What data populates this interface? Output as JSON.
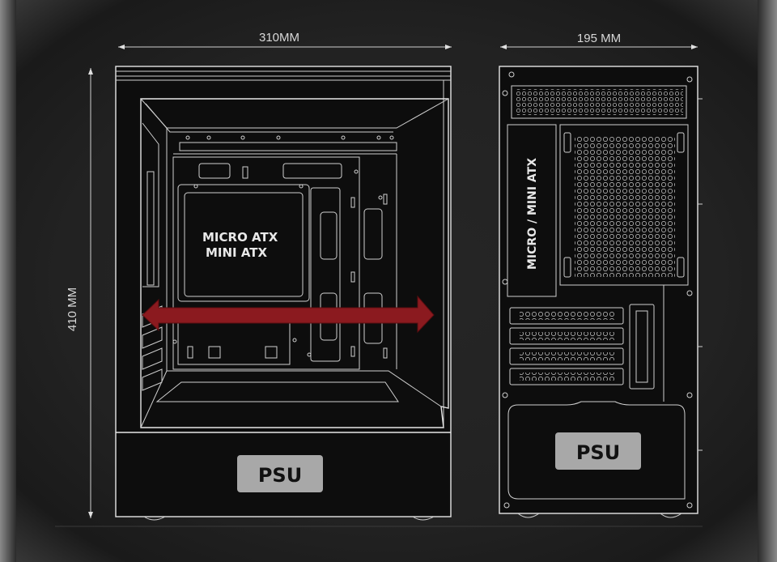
{
  "dimensions": {
    "width": "310MM",
    "depth": "195 MM",
    "height": "410 MM"
  },
  "front_view": {
    "board_label_line1": "MICRO ATX",
    "board_label_line2": "MINI ATX",
    "psu_label": "PSU"
  },
  "side_view": {
    "board_label": "MICRO / MINI ATX",
    "psu_label": "PSU"
  },
  "colors": {
    "background": "#232323",
    "lines": "#e6e6e6",
    "arrow": "#8b1a1f",
    "psu_plate": "#a8a8a8"
  }
}
